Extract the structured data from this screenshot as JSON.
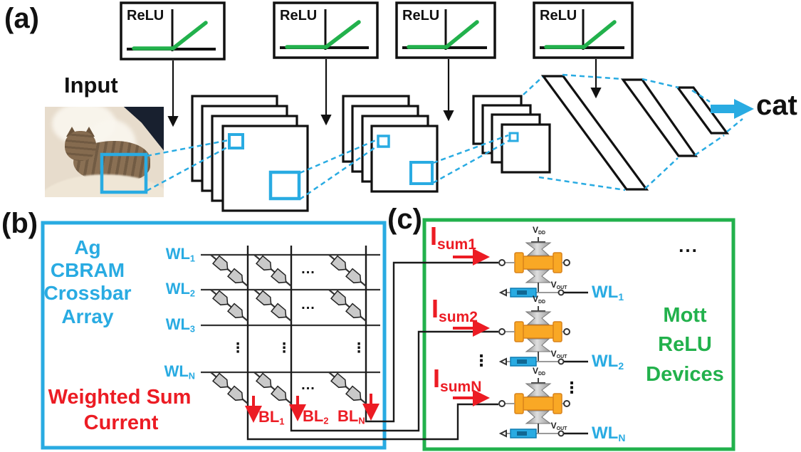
{
  "colors": {
    "blue": "#29ABE2",
    "green": "#22B14C",
    "red": "#EC1C24",
    "orange": "#F9A825",
    "gray_device": "#C9C9C9",
    "wire": "#1A1A1A"
  },
  "panels": {
    "a": "(a)",
    "b": "(b)",
    "c": "(c)"
  },
  "cnn": {
    "relu_label": "ReLU",
    "input_label": "Input",
    "output_label": "cat"
  },
  "crossbar": {
    "title_lines": [
      "Ag",
      "CBRAM",
      "Crossbar",
      "Array"
    ],
    "wordlines": [
      {
        "base": "WL",
        "sub": "1"
      },
      {
        "base": "WL",
        "sub": "2"
      },
      {
        "base": "WL",
        "sub": "3"
      },
      {
        "base": "WL",
        "sub": "N"
      }
    ],
    "bitlines": [
      {
        "base": "BL",
        "sub": "1"
      },
      {
        "base": "BL",
        "sub": "2"
      },
      {
        "base": "BL",
        "sub": "N"
      }
    ],
    "weighted_sum_lines": [
      "Weighted Sum",
      "Current"
    ],
    "ellipsis_h": "...",
    "ellipsis_v": "⋮"
  },
  "mott": {
    "title_lines": [
      "Mott",
      "ReLU",
      "Devices"
    ],
    "sum_currents": [
      {
        "base": "I",
        "sub": "sum1"
      },
      {
        "base": "I",
        "sub": "sum2"
      },
      {
        "base": "I",
        "sub": "sumN"
      }
    ],
    "vdd": {
      "base": "V",
      "sub": "DD"
    },
    "vout": {
      "base": "V",
      "sub": "OUT"
    },
    "wordlines": [
      {
        "base": "WL",
        "sub": "1"
      },
      {
        "base": "WL",
        "sub": "2"
      },
      {
        "base": "WL",
        "sub": "N"
      }
    ],
    "ellipsis_h": "...",
    "ellipsis_v": "⋮"
  }
}
